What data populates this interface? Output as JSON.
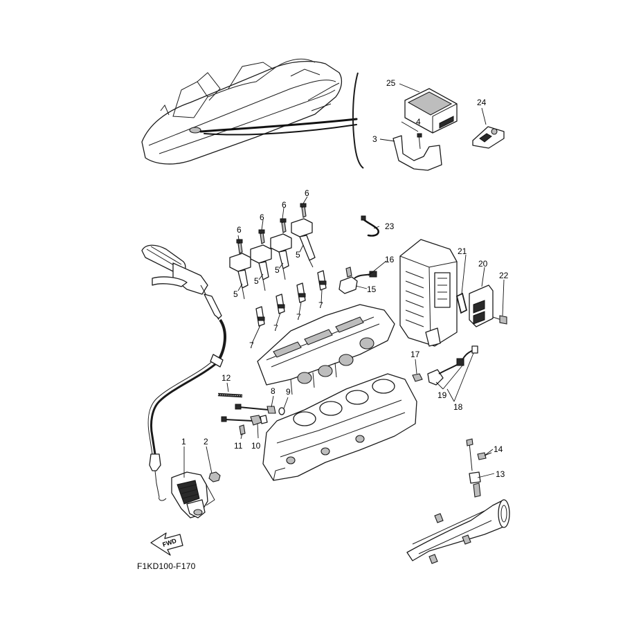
{
  "diagram": {
    "code": "F1KD100-F170",
    "fwd_label": "FWD",
    "callouts": {
      "c1": "1",
      "c2": "2",
      "c3": "3",
      "c4": "4",
      "c5a": "5",
      "c5b": "5",
      "c5c": "5",
      "c5d": "5",
      "c6a": "6",
      "c6b": "6",
      "c6c": "6",
      "c6d": "6",
      "c7a": "7",
      "c7b": "7",
      "c7c": "7",
      "c7d": "7",
      "c8": "8",
      "c9": "9",
      "c10": "10",
      "c11": "11",
      "c12": "12",
      "c13": "13",
      "c14": "14",
      "c15": "15",
      "c16": "16",
      "c17": "17",
      "c18": "18",
      "c19": "19",
      "c20": "20",
      "c21": "21",
      "c22": "22",
      "c23": "23",
      "c24": "24",
      "c25": "25"
    }
  }
}
